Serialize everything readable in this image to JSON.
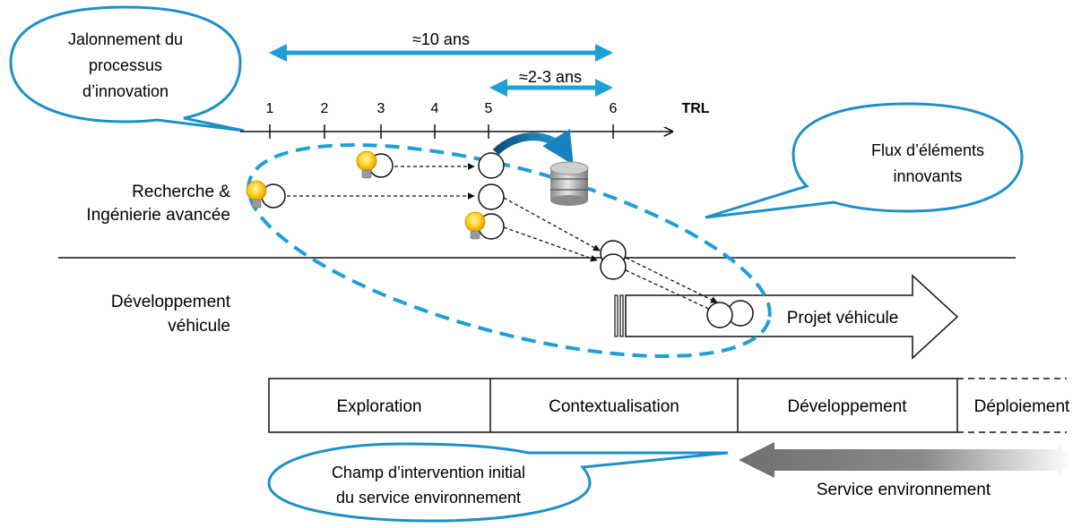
{
  "callouts": {
    "milestones": [
      "Jalonnement du",
      "processus",
      "d’innovation"
    ],
    "flux": [
      "Flux d’éléments",
      "innovants"
    ],
    "champ": [
      "Champ d’intervention initial",
      "du service environnement"
    ]
  },
  "durations": {
    "long": "≈10 ans",
    "short": "≈2-3 ans"
  },
  "trl_axis": {
    "label": "TRL",
    "ticks": [
      "1",
      "2",
      "3",
      "4",
      "5",
      "6"
    ]
  },
  "domains": {
    "research": [
      "Recherche &",
      "Ingénierie avancée"
    ],
    "development": [
      "Développement",
      "véhicule"
    ]
  },
  "project": "Projet véhicule",
  "phases": [
    "Exploration",
    "Contextualisation",
    "Développement",
    "Déploiement"
  ],
  "service": "Service environnement",
  "colors": {
    "accent": "#1e9fd6",
    "callout_stroke": "#1e90c8",
    "grey_arrow": "#7f7f7f",
    "bulb": "#f5c400"
  }
}
